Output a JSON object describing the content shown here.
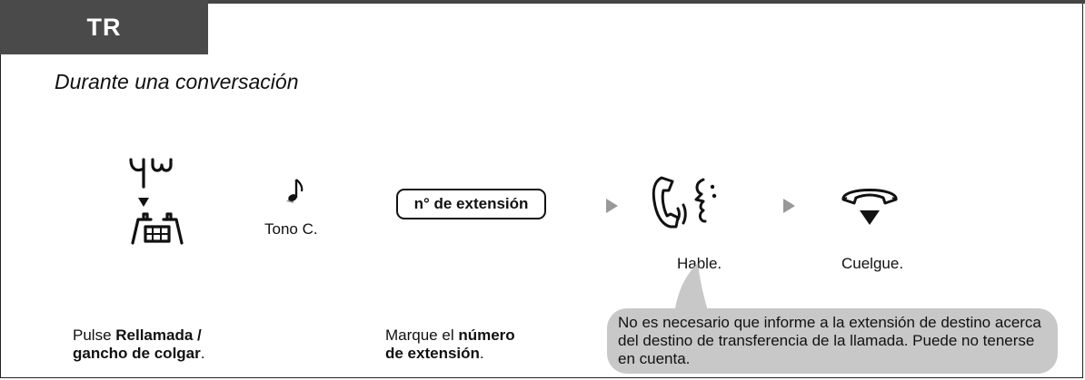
{
  "header": {
    "tab_label": "TR"
  },
  "subtitle": "Durante una conversación",
  "steps": {
    "tone_label": "Tono C.",
    "extension_chip": "n° de extensión",
    "talk_label": "Hable.",
    "hangup_label": "Cuelgue."
  },
  "instructions": {
    "press_prefix": "Pulse ",
    "press_bold_1": "Rellamada /",
    "press_bold_2": "gancho de colgar",
    "press_suffix": ".",
    "dial_prefix": "Marque el ",
    "dial_bold_1": "número",
    "dial_bold_2": "de extensión",
    "dial_suffix": "."
  },
  "note": {
    "text": "No es necesario que informe a la extensión de destino acerca del destino de transferencia de la llamada. Puede no tenerse en cuenta."
  },
  "icons": [
    "press-flash-hook-icon",
    "music-note-icon",
    "handset-talk-icon",
    "hang-up-icon",
    "arrow-right-icon"
  ],
  "colors": {
    "tab_bg": "#4a4a4a",
    "note_bg": "#c8c8c8",
    "arrow": "#999999"
  }
}
